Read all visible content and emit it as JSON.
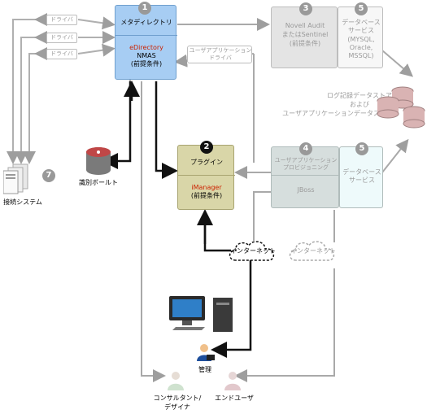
{
  "driver_label": "ドライバ",
  "metadirectory": {
    "number": "1",
    "title": "メタディレクトリ",
    "product": "eDirectory",
    "nmas": "NMAS",
    "prereq": "(前提条件)"
  },
  "audit": {
    "number": "3",
    "line1": "Novell Audit",
    "line2": "またはSentinel",
    "prereq": "(前提条件)"
  },
  "db_top": {
    "number": "5",
    "line1": "データベース",
    "line2": "サービス",
    "opts": "(MYSQL,",
    "opts2": "Oracle,",
    "opts3": "MSSQL)"
  },
  "ua_driver": {
    "line1": "ユーザアプリケーション",
    "line2": "ドライバ"
  },
  "log_store": {
    "line1": "ログ記録データストア",
    "line2": "および",
    "line3": "ユーザアプリケーションデータストア"
  },
  "plugin": {
    "number": "2",
    "title": "プラグイン",
    "product": "iManager",
    "prereq": "(前提条件)"
  },
  "user_app": {
    "number": "4",
    "line1": "ユーザアプリケーション",
    "line2": "プロビジョニング",
    "server": "JBoss"
  },
  "db_bottom": {
    "number": "5",
    "line1": "データベース",
    "line2": "サービス"
  },
  "vault": {
    "label": "識別ボールト"
  },
  "connected": {
    "number": "7",
    "label": "接続システム"
  },
  "internet_left": "インターネット",
  "internet_right": "インターネット",
  "admin": "管理",
  "consultant": {
    "line1": "コンサルタント/",
    "line2": "デザイナ"
  },
  "end_user": "エンドユーザ"
}
